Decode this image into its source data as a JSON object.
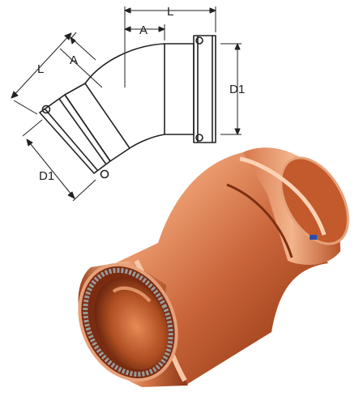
{
  "diagram": {
    "labels": {
      "length_top": "L",
      "offset_top": "A",
      "diameter_right": "D1",
      "length_left": "L",
      "offset_left": "A",
      "diameter_left": "D1"
    },
    "colors": {
      "line": "#222222",
      "copper_light": "#f6c4a0",
      "copper_mid": "#d9784b",
      "copper_dark": "#8e3a1b",
      "copper_deep": "#5a1f0c",
      "seal_ring": "#9a9a9a",
      "marker": "#2b4fa8"
    }
  },
  "photo": {
    "subject": "copper-45-degree-press-elbow"
  }
}
